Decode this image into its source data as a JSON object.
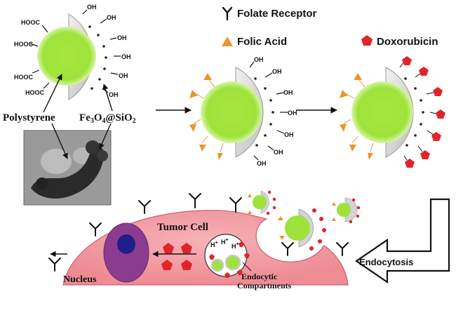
{
  "legend": {
    "receptor": "Folate Receptor",
    "folic_acid": "Folic Acid",
    "dox": "Doxorubicin"
  },
  "labels": {
    "polystyrene": "Polystyrene",
    "silica_prefix": "Fe",
    "silica_sub1": "3",
    "silica_mid": "O",
    "silica_sub2": "4",
    "silica_at": "@SiO",
    "silica_sub3": "2",
    "tumor_cell": "Tumor Cell",
    "nucleus": "Nucleus",
    "endocytic_1": "Endocytic",
    "endocytic_2": "Compartments",
    "endocytosis": "Endocytosis",
    "h_plus": "H",
    "plus": "+"
  },
  "groups": {
    "hooc": "HOOC",
    "oh": "OH"
  },
  "colors": {
    "core_green": "#9ee33b",
    "shell_grey": "#d4d4d4",
    "cell_pink": "#f29aa2",
    "nucleus_purple": "#8b3c8e",
    "nucleolus_navy": "#1f1f8c",
    "dox_red": "#e3232a",
    "folic_orange": "#e8962f"
  }
}
